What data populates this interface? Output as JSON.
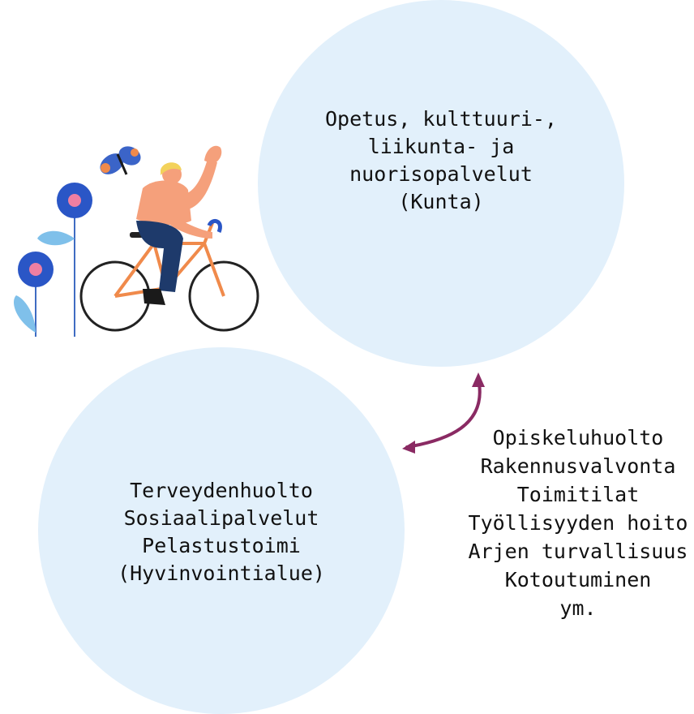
{
  "top_circle": {
    "lines": [
      "Opetus, kulttuuri-,",
      "liikunta- ja",
      "nuorisopalvelut",
      "(Kunta)"
    ]
  },
  "bottom_circle": {
    "lines": [
      "Terveydenhuolto",
      "Sosiaalipalvelut",
      "Pelastustoimi",
      "(Hyvinvointialue)"
    ]
  },
  "shared_services": {
    "lines": [
      "Opiskeluhuolto",
      "Rakennusvalvonta",
      "Toimitilat",
      "Työllisyyden hoito",
      "Arjen turvallisuus",
      "Kotoutuminen",
      "ym."
    ]
  },
  "colors": {
    "circle_fill": "#e2f0fb",
    "arrow": "#8a2a63",
    "text": "#111111"
  },
  "icons": [
    "cyclist-illustration",
    "butterfly-icon",
    "flower-icon",
    "double-arrow-icon"
  ]
}
